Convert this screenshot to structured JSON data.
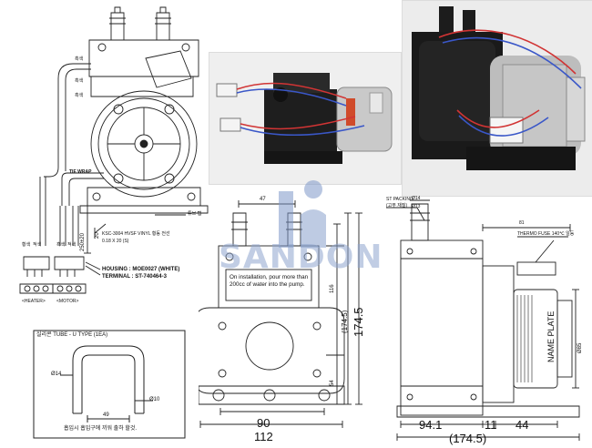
{
  "drawing_left": {
    "wire_label_1": "흑색",
    "wire_label_2": "흑색",
    "wire_label_3": "흑색",
    "tie_wrap": "TIE WRAP",
    "wire_spec": "KSC-3004 HVSF VINYL 황동 전선",
    "wire_spec_sub": "0.18 X 20 (S)",
    "tube": "튜브 탭",
    "len_250": "250±20",
    "len_20": "20",
    "housing": "HOUSING : MOE0027 (WHITE)",
    "terminal": "TERMINAL : ST-740464-3",
    "heater": "<HEATER>",
    "motor": "<MOTOR>",
    "col_a": "황색",
    "col_b": "적색",
    "col_c": "흑색",
    "col_d": "적색"
  },
  "tube_box": {
    "title": "실리콘 TUBE - U TYPE (1EA)",
    "d14": "Ø14",
    "d10": "Ø10",
    "l49": "49",
    "caption": "흡입시 흡입구에 끼워 출하 할것."
  },
  "front_view": {
    "top_dim": "47",
    "notice": "On installation, pour more than 200cc of water into the pump.",
    "dim_116": "116",
    "dim_54": "54",
    "dim_174_5_paren": "(174.5)",
    "dim_174_5": "174.5",
    "bottom_90": "90",
    "bottom_112": "112"
  },
  "side_view": {
    "st_packing": "ST PACKING",
    "st_packing_sub": "(고무 재질)",
    "phi14": "Ø14",
    "phi13": "Ø13",
    "d81": "81",
    "thermo": "THERMO FUSE 140℃ 일등",
    "name_plate": "NAME PLATE",
    "phi85": "Ø85",
    "bottom_94_1": "94.1",
    "bottom_11": "11",
    "bottom_44": "44",
    "bottom_174_5": "(174.5)"
  },
  "watermark": "SANDON",
  "colors": {
    "line": "#222222",
    "watermark": "#7d97c8",
    "pump_body": "#1c1c1c"
  }
}
